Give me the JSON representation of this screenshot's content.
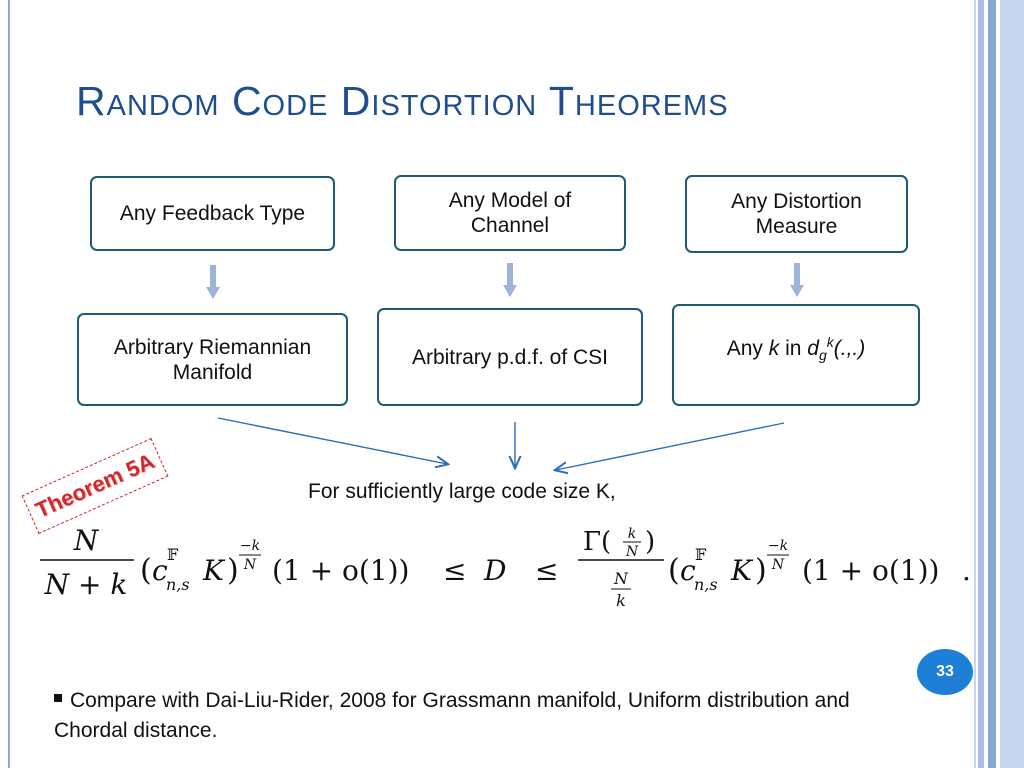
{
  "title": "Random Code Distortion Theorems",
  "top_boxes": [
    {
      "label": "Any Feedback Type"
    },
    {
      "label": "Any Model of Channel"
    },
    {
      "label": "Any Distortion Measure"
    }
  ],
  "bottom_boxes": [
    {
      "label": "Arbitrary Riemannian Manifold"
    },
    {
      "label": "Arbitrary p.d.f. of CSI"
    },
    {
      "prefix": "Any ",
      "var_k": "k",
      "mid": " in ",
      "d": "d",
      "sub_g": "g",
      "sup_k": "k",
      "args": "(.,.)"
    }
  ],
  "theorem_label": "Theorem 5A",
  "condition": "For sufficiently large code size K,",
  "formula": {
    "lhs_num": "N",
    "lhs_den": "N + k",
    "c": "c",
    "c_sup": "𝔽",
    "c_sub": "n,s",
    "K": "K",
    "exp_num": "−k",
    "exp_den": "N",
    "factor": "(1 + o(1))",
    "leq": "≤",
    "D": "D",
    "gamma_fn": "Γ(",
    "gamma_k": "k",
    "gamma_N": "N",
    "gamma_close": ")",
    "den_N": "N",
    "den_k": "k",
    "end": "."
  },
  "page_number": "33",
  "note_text": "Compare with Dai-Liu-Rider, 2008  for Grassmann manifold,  Uniform distribution and Chordal distance.",
  "colors": {
    "title": "#1f4e8c",
    "box_border": "#1e5a73",
    "theorem_red": "#d0282e",
    "page_badge": "#1f7fd6",
    "arrow_blue": "#2a6bbf"
  }
}
